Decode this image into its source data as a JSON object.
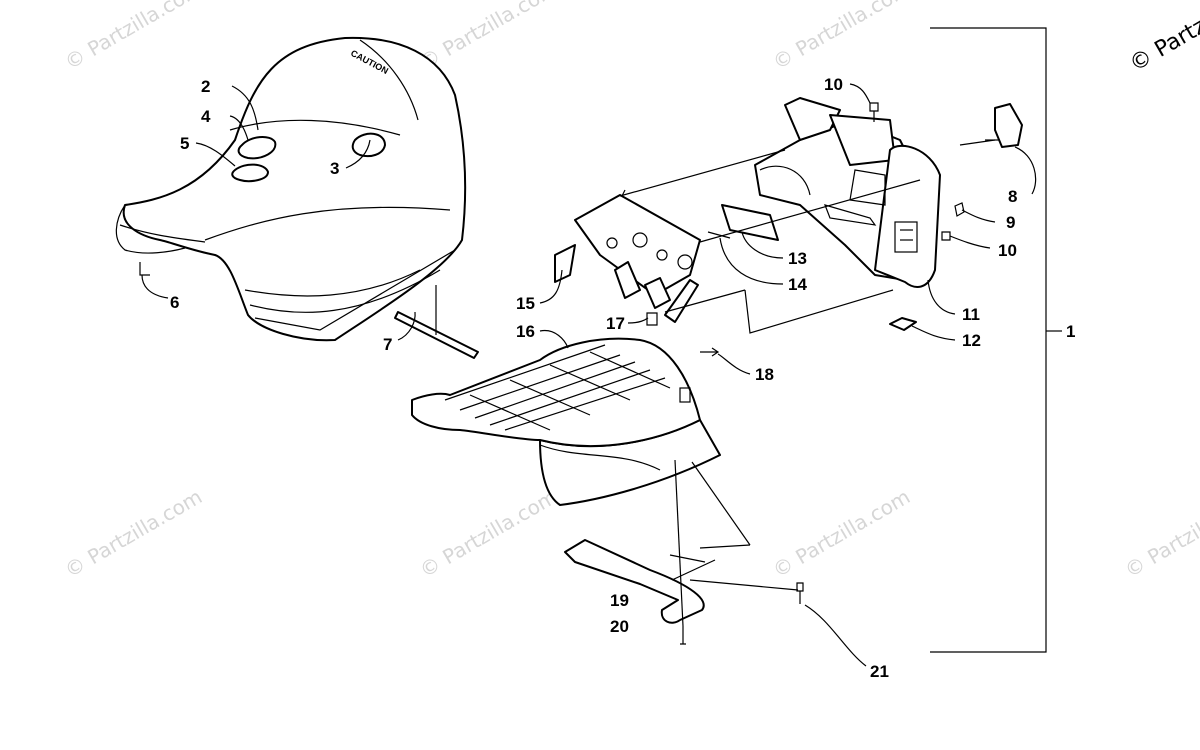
{
  "watermark": "© Partzilla.com",
  "copyright": "© Partzi",
  "seat_warning": "CAUTION",
  "callouts": {
    "c1": "1",
    "c2": "2",
    "c3": "3",
    "c4": "4",
    "c5": "5",
    "c6": "6",
    "c7": "7",
    "c8": "8",
    "c9": "9",
    "c10a": "10",
    "c10b": "10",
    "c11": "11",
    "c12": "12",
    "c13": "13",
    "c14": "14",
    "c15": "15",
    "c16": "16",
    "c17": "17",
    "c18": "18",
    "c19": "19",
    "c20": "20",
    "c21": "21"
  }
}
